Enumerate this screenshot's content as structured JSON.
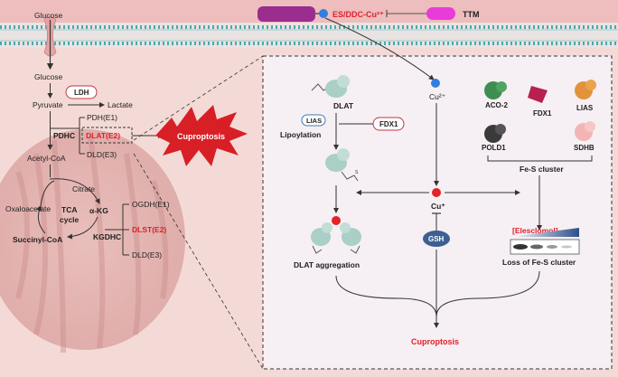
{
  "top": {
    "drug_label": "ES/DDC-Cu²⁺",
    "inhibitor_label": "TTM"
  },
  "left": {
    "glucose_outside": "Glucose",
    "glucose_inside": "Glucose",
    "ldh": "LDH",
    "pyruvate": "Pyruvate",
    "lactate": "Lactate",
    "pdhc": "PDHC",
    "pdh_e1": "PDH(E1)",
    "dlat_e2": "DLAT(E2)",
    "dld_e3_top": "DLD(E3)",
    "acetyl_coa": "Acetyl-CoA",
    "citrate": "Citrate",
    "oxaloacetate": "Oxaloacetate",
    "tca_line1": "TCA",
    "tca_line2": "cycle",
    "akg": "α-KG",
    "succinyl_coa": "Succinyl-CoA",
    "kgdhc": "KGDHC",
    "ogdh_e1": "OGDH(E1)",
    "dlst_e2": "DLST(E2)",
    "dld_e3_bottom": "DLD(E3)",
    "cuproptosis_burst": "Cuproptosis"
  },
  "right": {
    "cu2": "Cu²⁺",
    "dlat": "DLAT",
    "lias_badge": "LIAS",
    "lipoylation": "Lipoylation",
    "fdx1": "FDX1",
    "cu1": "Cu⁺",
    "gsh": "GSH",
    "dlat_aggregation": "DLAT aggregation",
    "aco2": "ACO-2",
    "fdx1_protein": "FDX1",
    "lias_protein": "LIAS",
    "pold1": "POLD1",
    "sdhb": "SDHB",
    "fes_cluster": "Fe-S cluster",
    "elesclomol": "[Elesclomol]",
    "loss_fes": "Loss of Fe-S cluster",
    "cuproptosis_final": "Cuproptosis"
  },
  "colors": {
    "membrane_band": "#e8a9a9",
    "membrane_teal": "#4fa7a8",
    "left_bg": "#f4dad6",
    "right_bg": "#f6eff3",
    "accent_red": "#e0202a",
    "drug_purple": "#9b2d8f",
    "ttm_magenta": "#e93bd9",
    "protein_teal": "#a9cfc6"
  }
}
